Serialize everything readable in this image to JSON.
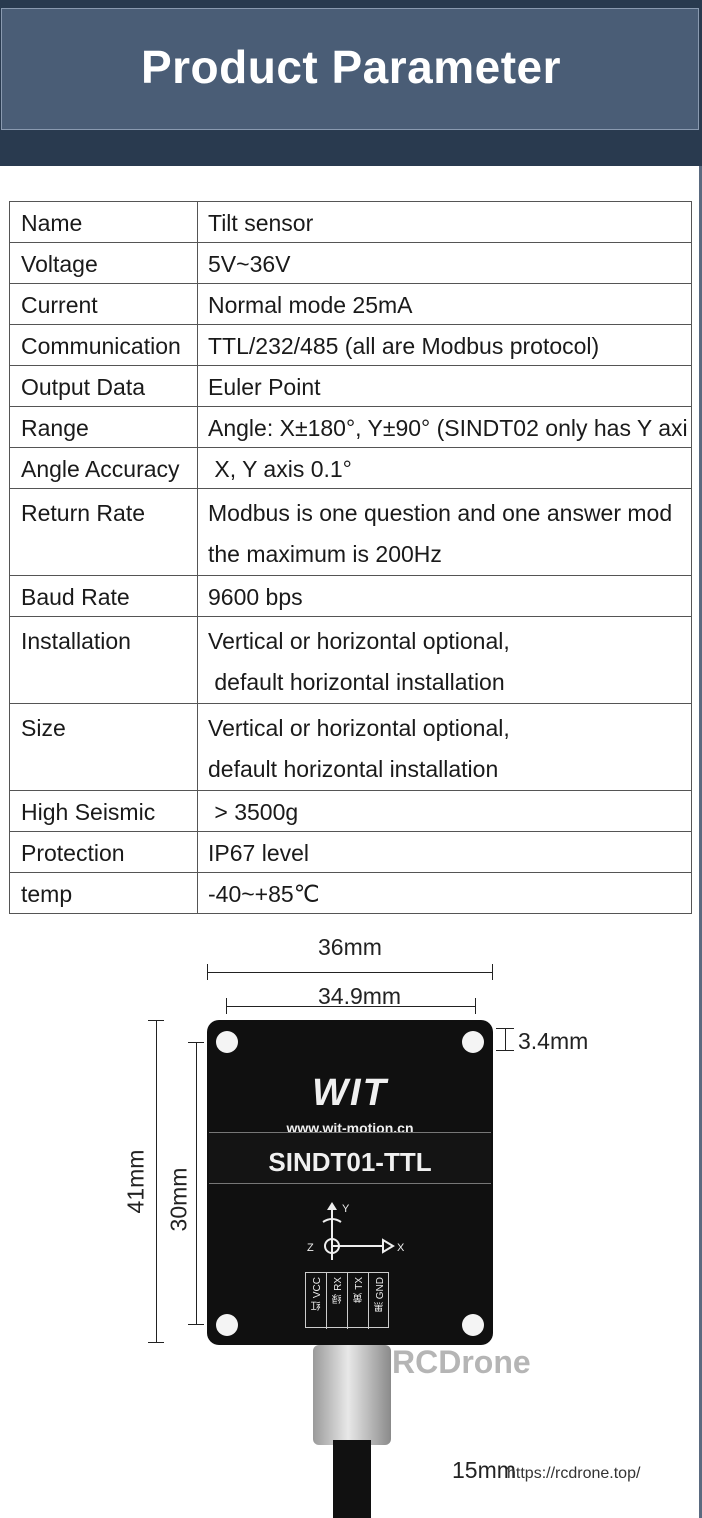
{
  "header": {
    "title": "Product Parameter"
  },
  "params": [
    {
      "key": "Name",
      "value": [
        "Tilt sensor"
      ]
    },
    {
      "key": "Voltage",
      "value": [
        "5V~36V"
      ]
    },
    {
      "key": "Current",
      "value": [
        "Normal mode 25mA"
      ]
    },
    {
      "key": "Communication",
      "value": [
        "TTL/232/485 (all are Modbus protocol)"
      ]
    },
    {
      "key": "Output Data",
      "value": [
        "Euler Point"
      ]
    },
    {
      "key": "Range",
      "value": [
        "Angle: X±180°, Y±90° (SINDT02 only has Y axi"
      ]
    },
    {
      "key": "Angle Accuracy",
      "value": [
        " X, Y axis 0.1°"
      ]
    },
    {
      "key": "Return Rate",
      "value": [
        "Modbus is one question and one answer mod",
        "the maximum is 200Hz"
      ]
    },
    {
      "key": "Baud Rate",
      "value": [
        "9600 bps"
      ]
    },
    {
      "key": "Installation",
      "value": [
        "Vertical or horizontal optional,",
        " default horizontal installation"
      ]
    },
    {
      "key": " Size",
      "value": [
        "Vertical or horizontal optional,",
        "default horizontal installation"
      ]
    },
    {
      "key": "High Seismic",
      "value": [
        " > 3500g"
      ]
    },
    {
      "key": "Protection",
      "value": [
        "IP67 level"
      ]
    },
    {
      "key": "temp",
      "value": [
        "-40~+85℃"
      ]
    }
  ],
  "dimensions": {
    "outer_width": "36mm",
    "hole_spacing": "34.9mm",
    "hole_offset": "3.4mm",
    "outer_height": "41mm",
    "hole_height": "30mm",
    "cable_length": "15mm"
  },
  "device": {
    "logo": "WIT",
    "url": "www.wit-motion.cn",
    "model": "SINDT01-TTL",
    "axis_labels": {
      "y": "Y",
      "z": "Z",
      "x": "X"
    },
    "pins": [
      {
        "color": "红",
        "signal": "VCC"
      },
      {
        "color": "绿",
        "signal": "RX"
      },
      {
        "color": "黄",
        "signal": "TX"
      },
      {
        "color": "黑",
        "signal": "GND"
      }
    ]
  },
  "watermarks": {
    "brand": "RCDrone",
    "url": "https://rcdrone.top/"
  }
}
